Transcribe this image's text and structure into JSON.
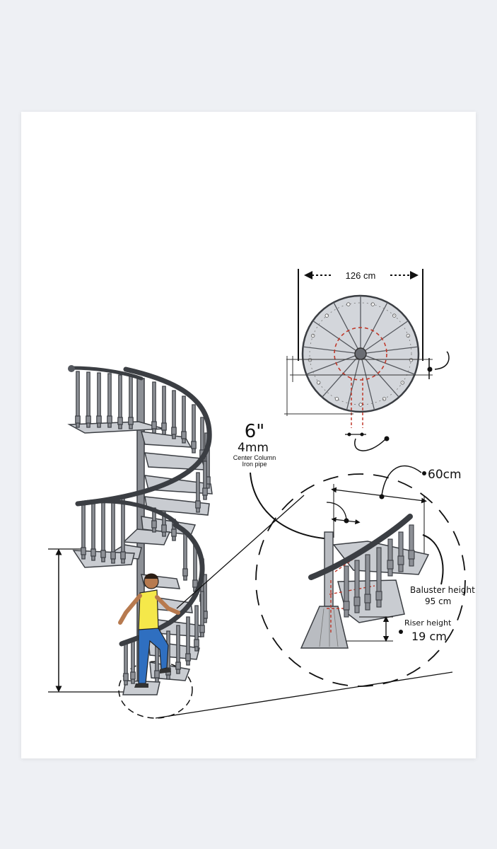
{
  "plan": {
    "diameter": "126 cm"
  },
  "column": {
    "size_inch": "6\"",
    "thickness": "4mm",
    "name_line1": "Center Column",
    "name_line2": "Iron pipe"
  },
  "detail": {
    "tread_width": "60cm",
    "baluster_label": "Baluster height",
    "baluster_value": "95 cm",
    "riser_label": "Riser height",
    "riser_value": "19 cm"
  },
  "colors": {
    "metal": "#8d9096",
    "metal_dark": "#55585e",
    "tread": "#c9ccd1",
    "red_dash": "#c0392b",
    "shirt": "#f5e84a",
    "pants": "#2f6fc0",
    "skin": "#b77a4f"
  }
}
